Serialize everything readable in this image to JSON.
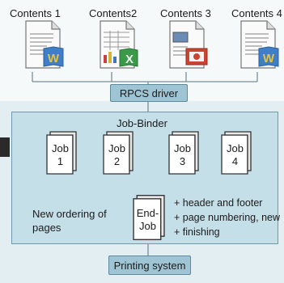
{
  "contents": [
    {
      "label": "Contents 1",
      "icon": "word-document-icon"
    },
    {
      "label": "Contents2",
      "icon": "excel-document-icon"
    },
    {
      "label": "Contents 3",
      "icon": "presentation-document-icon"
    },
    {
      "label": "Contents 4",
      "icon": "word-document-icon"
    }
  ],
  "driver_label": "RPCS driver",
  "binder": {
    "title": "Job-Binder",
    "jobs": [
      "Job\n1",
      "Job\n2",
      "Job\n3",
      "Job\n4"
    ],
    "end_job": "End-\nJob",
    "ordering_text": "New ordering of\npages",
    "features": [
      "+ header and footer",
      "+ page numbering, new",
      "+ finishing"
    ]
  },
  "printing_label": "Printing system",
  "colors": {
    "box": "#9fc4d3",
    "binder": "#c5dfe8",
    "word_accent": "#3f7fc8",
    "excel_accent": "#3a9a48",
    "ppt_accent": "#c8452f"
  }
}
